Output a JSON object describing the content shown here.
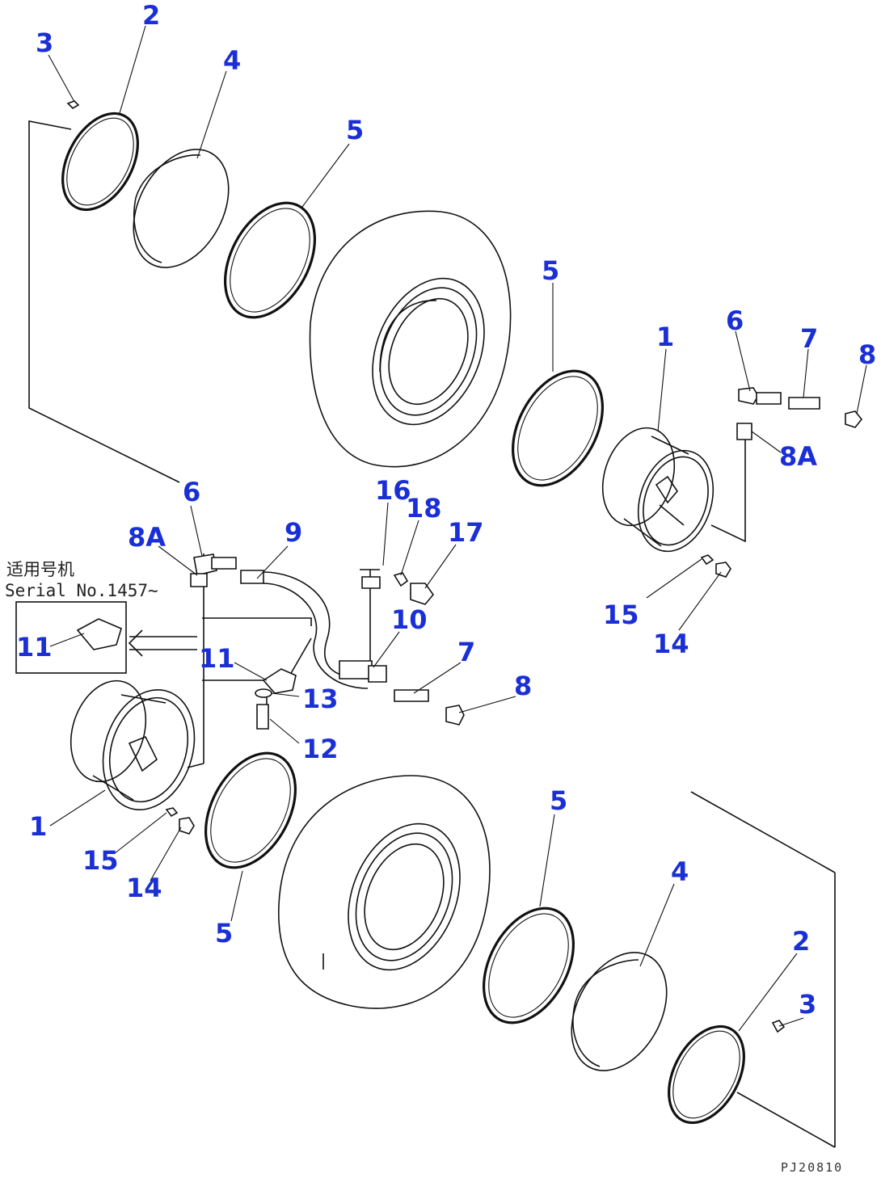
{
  "callouts": {
    "c_3_top": "3",
    "c_2_top": "2",
    "c_4_top": "4",
    "c_5_top": "5",
    "c_5_right": "5",
    "c_1_right": "1",
    "c_6_right": "6",
    "c_7_right": "7",
    "c_8_right": "8",
    "c_8a_right": "8A",
    "c_15_right": "15",
    "c_14_right": "14",
    "c_6_left": "6",
    "c_8a_left": "8A",
    "c_9": "9",
    "c_16": "16",
    "c_18": "18",
    "c_17": "17",
    "c_10": "10",
    "c_7_mid": "7",
    "c_8_mid": "8",
    "c_11_left": "11",
    "c_11_mid": "11",
    "c_13": "13",
    "c_12": "12",
    "c_1_left": "1",
    "c_15_left": "15",
    "c_14_left": "14",
    "c_5_lower_left": "5",
    "c_5_lower_right": "5",
    "c_4_bottom": "4",
    "c_2_bottom": "2",
    "c_3_bottom": "3"
  },
  "serial_note": {
    "line1": "适用号机",
    "line2": "Serial No.1457~"
  },
  "drawing_code": "PJ20810"
}
